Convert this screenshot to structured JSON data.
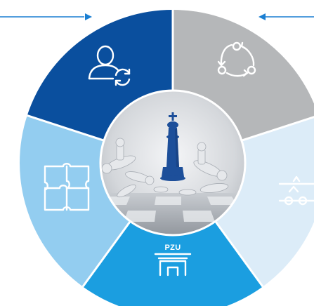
{
  "segments": [
    {
      "id": "top-left",
      "color": "#0a4f9e",
      "icon": "user-refresh-icon"
    },
    {
      "id": "top-right",
      "color": "#b5b7b9",
      "icon": "cycle-icon"
    },
    {
      "id": "right",
      "color": "#dcecf8",
      "icon": "broken-link-icon"
    },
    {
      "id": "bottom",
      "color": "#1b9ee0",
      "icon": "pzu-building-icon"
    },
    {
      "id": "left",
      "color": "#93cdf0",
      "icon": "puzzle-icon"
    }
  ],
  "arrows": {
    "color": "#1b7fd2",
    "left": "arrow-right-icon",
    "right": "arrow-left-icon"
  },
  "center": {
    "image": "chess-king-image",
    "king_color": "#1d4f9a"
  },
  "pzu_label": "PZU"
}
